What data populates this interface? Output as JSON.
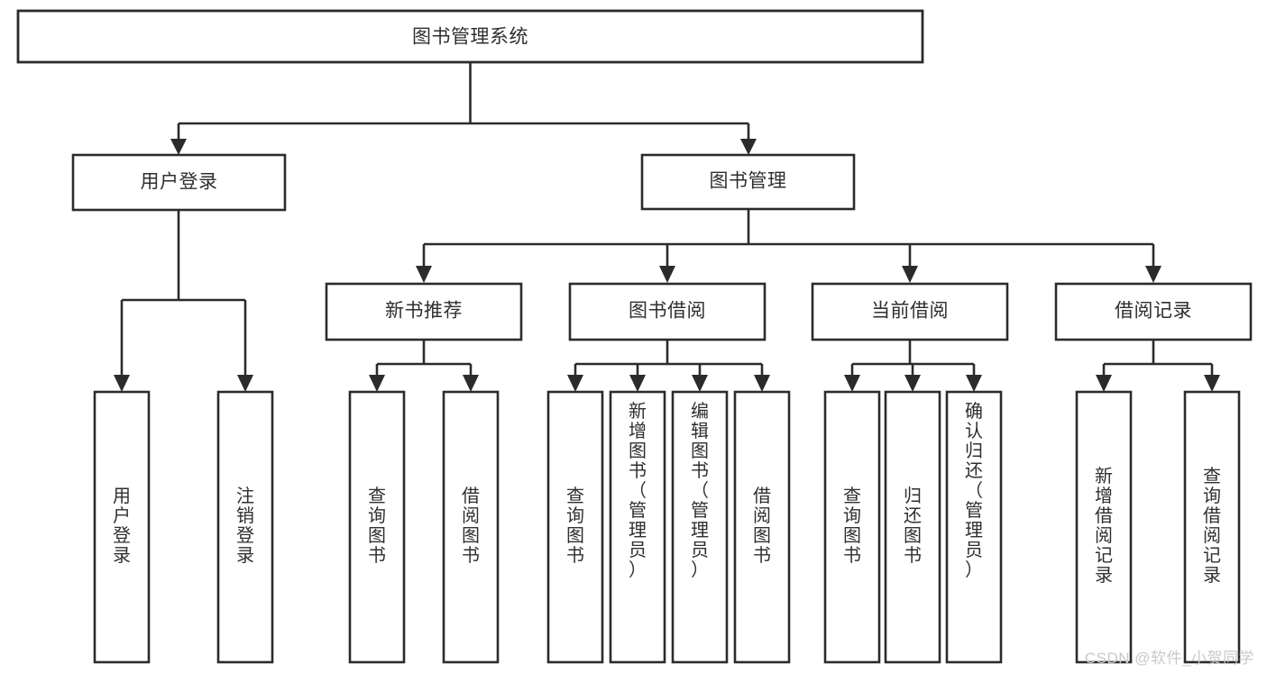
{
  "diagram": {
    "type": "tree-hierarchy-chart",
    "title": "图书管理系统",
    "orientation": "top-down",
    "colors": {
      "box_stroke": "#2b2b2b",
      "box_fill": "#ffffff",
      "text": "#2f2f2f",
      "connector": "#2b2b2b",
      "background": "#ffffff",
      "watermark": "#c9c9c9"
    },
    "nodes": {
      "root": {
        "label": "图书管理系统",
        "level": 0,
        "orientation": "horizontal"
      },
      "level1": [
        {
          "id": "user-login",
          "label": "用户登录",
          "level": 1,
          "orientation": "horizontal"
        },
        {
          "id": "book-manage",
          "label": "图书管理",
          "level": 1,
          "orientation": "horizontal"
        }
      ],
      "level2": [
        {
          "id": "new-book-recommend",
          "label": "新书推荐",
          "level": 2,
          "orientation": "horizontal",
          "parent": "book-manage"
        },
        {
          "id": "book-borrow",
          "label": "图书借阅",
          "level": 2,
          "orientation": "horizontal",
          "parent": "book-manage"
        },
        {
          "id": "current-borrow",
          "label": "当前借阅",
          "level": 2,
          "orientation": "horizontal",
          "parent": "book-manage"
        },
        {
          "id": "borrow-record",
          "label": "借阅记录",
          "level": 2,
          "orientation": "horizontal",
          "parent": "book-manage"
        }
      ],
      "leaves": [
        {
          "id": "leaf-user-login",
          "label": "用户登录",
          "parent": "user-login",
          "orientation": "vertical"
        },
        {
          "id": "leaf-user-logout",
          "label": "注销登录",
          "parent": "user-login",
          "orientation": "vertical"
        },
        {
          "id": "leaf-query-book-1",
          "label": "查询图书",
          "parent": "new-book-recommend",
          "orientation": "vertical"
        },
        {
          "id": "leaf-borrow-book-1",
          "label": "借阅图书",
          "parent": "new-book-recommend",
          "orientation": "vertical"
        },
        {
          "id": "leaf-query-book-2",
          "label": "查询图书",
          "parent": "book-borrow",
          "orientation": "vertical"
        },
        {
          "id": "leaf-add-book",
          "label": "新增图书（管理员）",
          "parent": "book-borrow",
          "orientation": "vertical"
        },
        {
          "id": "leaf-edit-book",
          "label": "编辑图书（管理员）",
          "parent": "book-borrow",
          "orientation": "vertical"
        },
        {
          "id": "leaf-borrow-book-2",
          "label": "借阅图书",
          "parent": "book-borrow",
          "orientation": "vertical"
        },
        {
          "id": "leaf-query-book-3",
          "label": "查询图书",
          "parent": "current-borrow",
          "orientation": "vertical"
        },
        {
          "id": "leaf-return-book",
          "label": "归还图书",
          "parent": "current-borrow",
          "orientation": "vertical"
        },
        {
          "id": "leaf-confirm-return",
          "label": "确认归还（管理员）",
          "parent": "current-borrow",
          "orientation": "vertical"
        },
        {
          "id": "leaf-add-record",
          "label": "新增借阅记录",
          "parent": "borrow-record",
          "orientation": "vertical"
        },
        {
          "id": "leaf-query-record",
          "label": "查询借阅记录",
          "parent": "borrow-record",
          "orientation": "vertical"
        }
      ]
    }
  },
  "watermark": {
    "text": "CSDN @软件_小贺同学"
  }
}
